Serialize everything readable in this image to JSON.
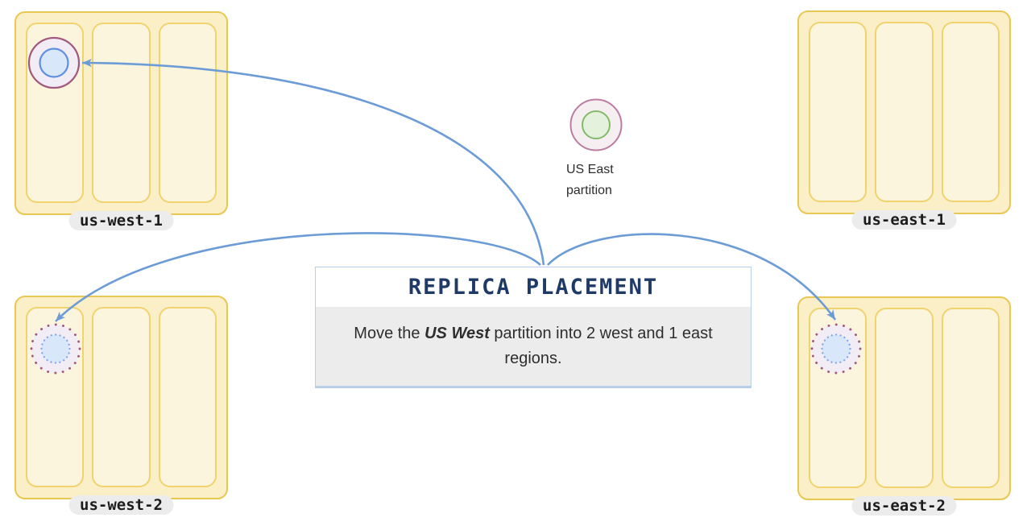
{
  "diagram": {
    "regions": [
      {
        "id": "us-west-1",
        "label": "us-west-1"
      },
      {
        "id": "us-east-1",
        "label": "us-east-1"
      },
      {
        "id": "us-west-2",
        "label": "us-west-2"
      },
      {
        "id": "us-east-2",
        "label": "us-east-2"
      }
    ],
    "partition_legend": {
      "label": "US East partition"
    },
    "card": {
      "title": "REPLICA PLACEMENT",
      "body_prefix": "Move the ",
      "body_emphasis": "US West",
      "body_suffix": " partition into 2 west and 1 east regions."
    }
  },
  "colors": {
    "region-border": "#E9C753",
    "region-fill": "#FAEFC6",
    "node-border": "#F0D36E",
    "node-fill": "#FBF5DE",
    "pill-bg": "#ECECEC",
    "pill-text": "#1C1C1C",
    "card-border": "#B7CFE9",
    "card-title": "#1F3A66",
    "card-body-bg": "#ECECEC",
    "card-text": "#2E2E2E",
    "arrow": "#6C9CD6",
    "plum-stroke": "#A2597E",
    "plum-fill": "#F2EDF4",
    "pink-stroke": "#BC7CA2",
    "pink-fill": "#F6EFF2",
    "blue-stroke": "#5E8FE0",
    "blue-fill": "#D9E7FB",
    "blue-dot": "#7FA7E8",
    "green-stroke": "#82BB6A",
    "green-fill": "#E4F1DC"
  }
}
